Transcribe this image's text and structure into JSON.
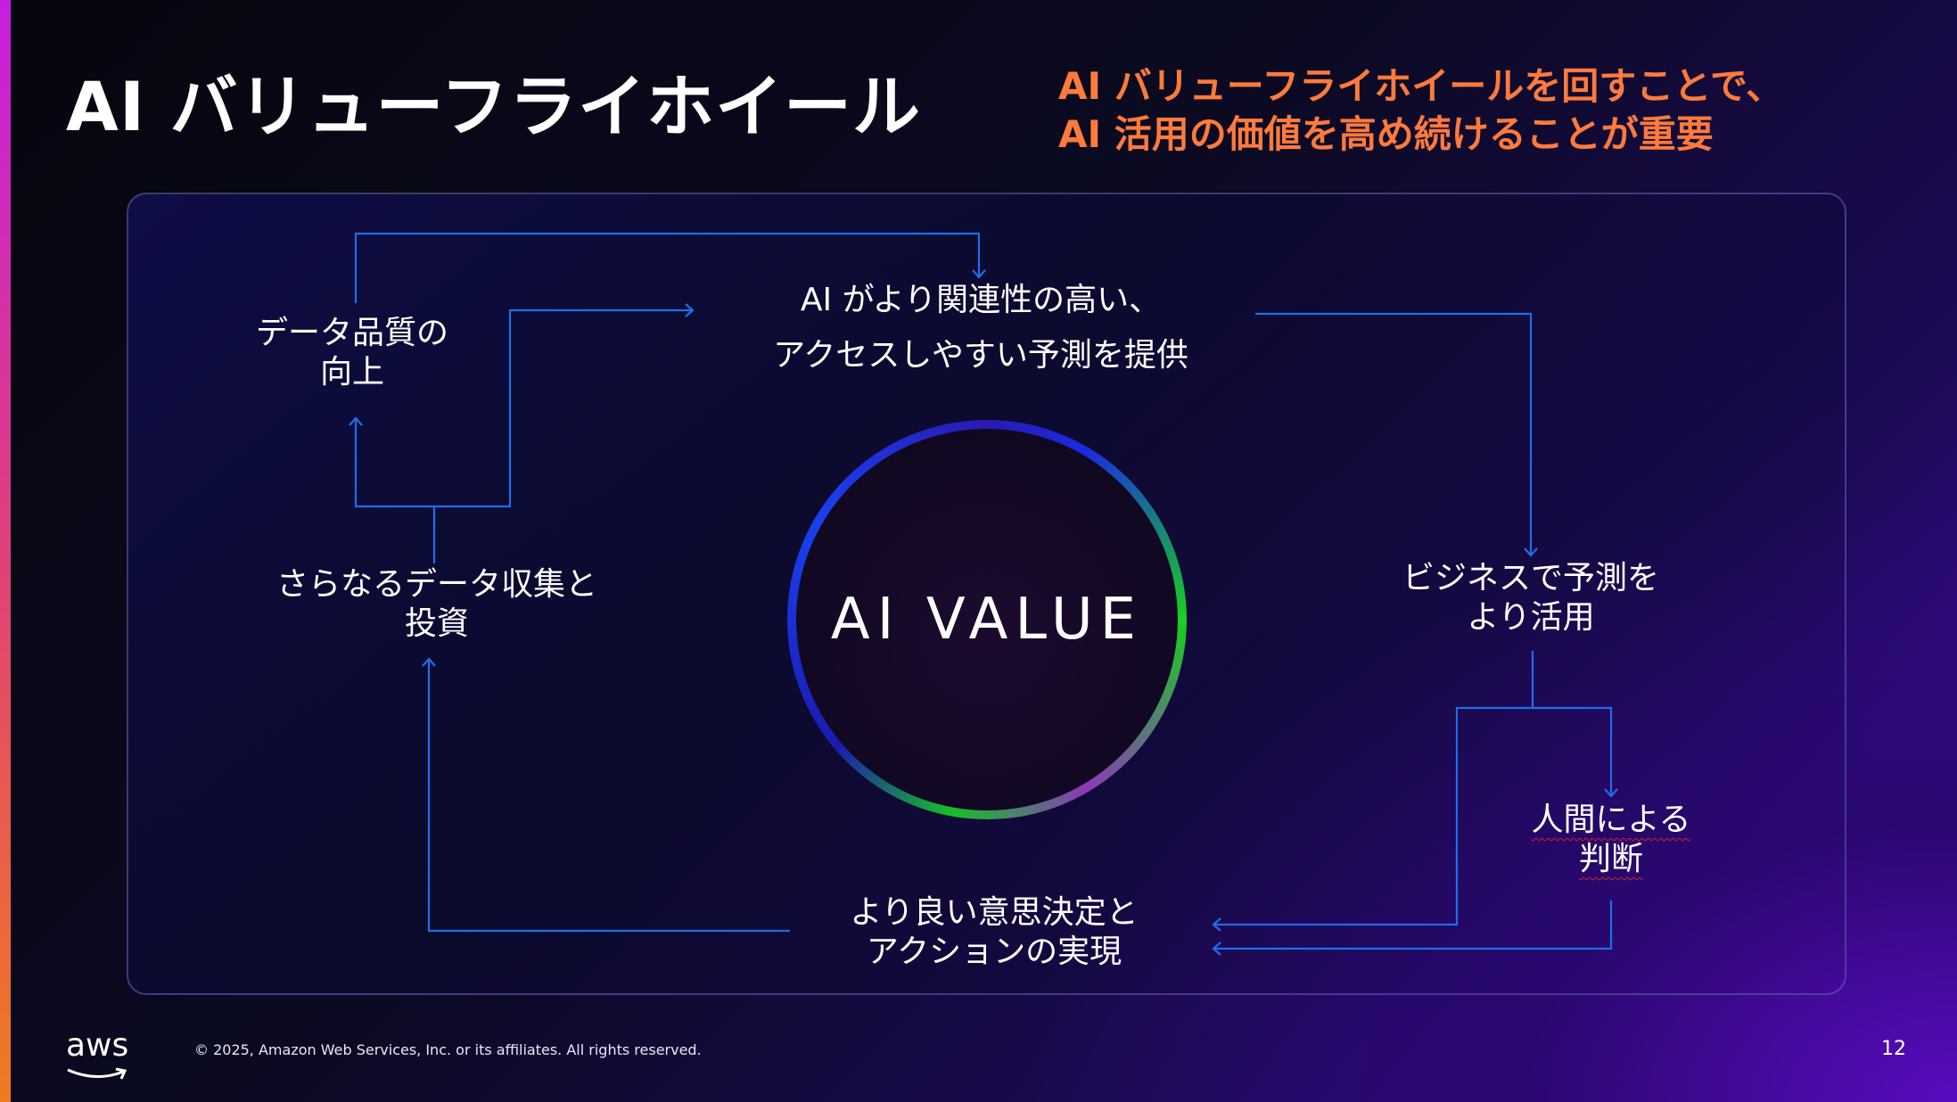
{
  "slide": {
    "title": "AI バリューフライホイール",
    "subtitle_line1": "AI バリューフライホイールを回すことで、",
    "subtitle_line2": "AI 活用の価値を高め続けることが重要",
    "accent_color": "#ff7a3d",
    "page_number": "12"
  },
  "diagram": {
    "center_label": "AI VALUE",
    "nodes": {
      "prediction": {
        "line1": "AI がより関連性の高い、",
        "line2": "アクセスしやすい予測を提供"
      },
      "business": {
        "line1": "ビジネスで予測を",
        "line2": "より活用"
      },
      "human": {
        "line1": "人間による",
        "line2": "判断"
      },
      "decision": {
        "line1": "より良い意思決定と",
        "line2": "アクションの実現"
      },
      "collection": {
        "line1": "さらなるデータ収集と",
        "line2": "投資"
      },
      "quality": {
        "line1": "データ品質の",
        "line2": "向上"
      }
    },
    "arrow_color": "#1e6ee8"
  },
  "footer": {
    "logo_text": "aws",
    "copyright": "© 2025, Amazon Web Services, Inc. or its affiliates. All rights reserved."
  }
}
